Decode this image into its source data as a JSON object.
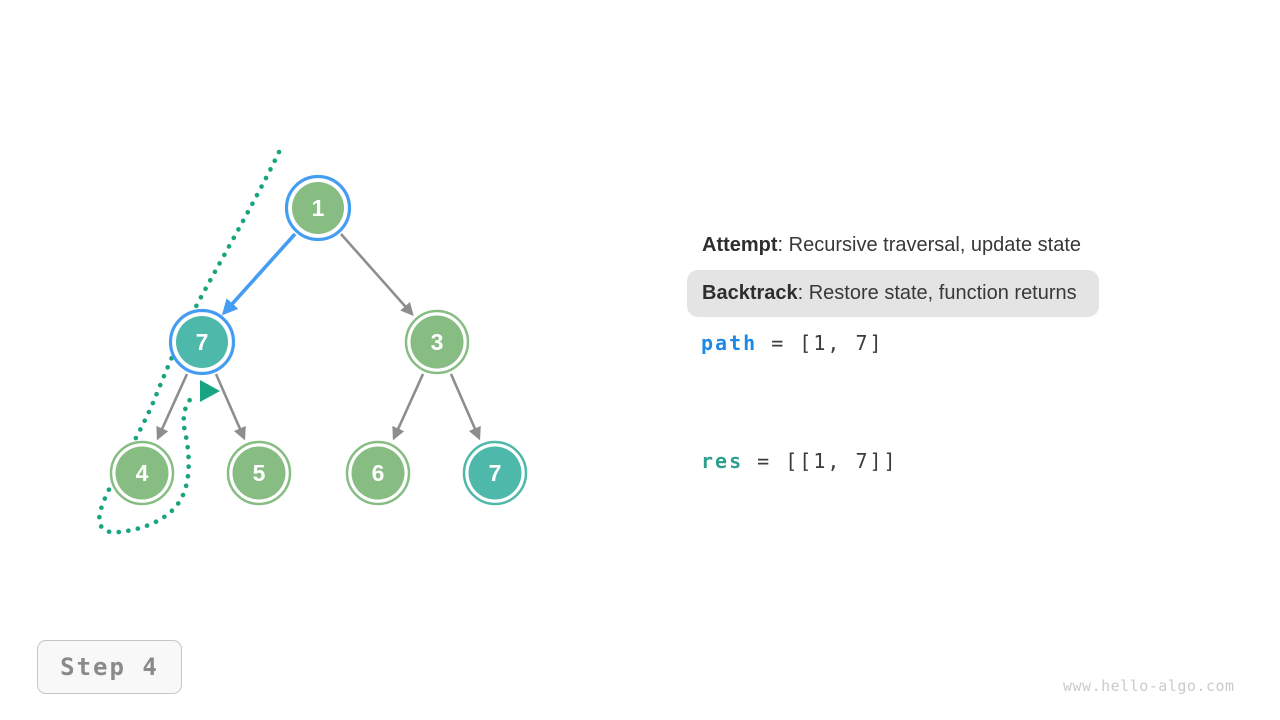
{
  "tree": {
    "nodes": [
      {
        "value": "1",
        "state": "on-path-highlighted"
      },
      {
        "value": "7",
        "state": "current-highlighted"
      },
      {
        "value": "3",
        "state": "default"
      },
      {
        "value": "4",
        "state": "default"
      },
      {
        "value": "5",
        "state": "default"
      },
      {
        "value": "6",
        "state": "default"
      },
      {
        "value": "7",
        "state": "visited-result"
      }
    ],
    "edges": [
      {
        "from": "1",
        "to": "7",
        "style": "attempt-blue-arrow"
      },
      {
        "from": "1",
        "to": "3",
        "style": "gray-arrow"
      },
      {
        "from": "7",
        "to": "4",
        "style": "gray-arrow"
      },
      {
        "from": "7",
        "to": "5",
        "style": "gray-arrow"
      },
      {
        "from": "3",
        "to": "6",
        "style": "gray-arrow"
      },
      {
        "from": "3",
        "to": "7",
        "style": "gray-arrow"
      }
    ],
    "backtrack_trail": "dotted teal curve from above root, past node 7, looping around node 4, arrowhead pointing back toward node 7"
  },
  "legend": {
    "attempt_label": "Attempt",
    "attempt_rest": ": Recursive traversal, update state",
    "backtrack_label": "Backtrack",
    "backtrack_rest": ": Restore state, function returns"
  },
  "variables": {
    "path_name": "path",
    "path_value": " = [1, 7]",
    "res_name": "res",
    "res_value": " = [[1, 7]]"
  },
  "footer": {
    "step_label": "Step 4",
    "watermark": "www.hello-algo.com"
  },
  "colors": {
    "node_green": "#87BC83",
    "node_teal": "#4EB8AB",
    "highlight_blue": "#459DF2",
    "edge_gray": "#8E8E8E",
    "backtrack_trail_teal": "#18A480",
    "path_var_blue": "#1E88E5",
    "res_var_teal": "#2F9E8F",
    "backtrack_highlight_bg": "#E4E4E4"
  }
}
